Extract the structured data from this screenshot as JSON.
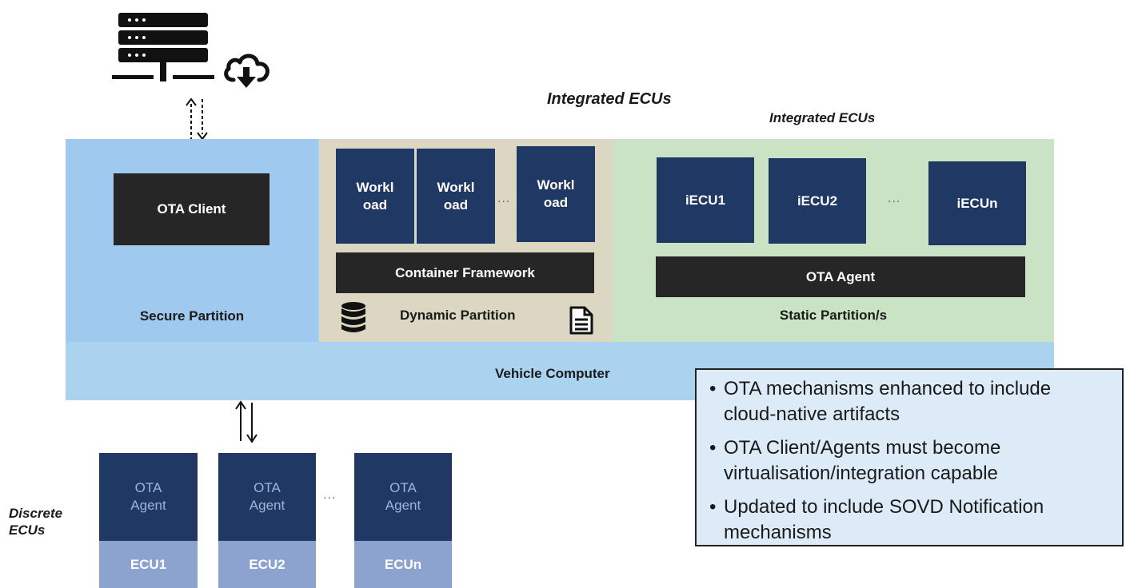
{
  "title": "Integrated ECUs",
  "static_title": "Integrated ECUs",
  "secure": {
    "ota_client": "OTA Client",
    "label": "Secure Partition"
  },
  "dynamic": {
    "workloads": [
      {
        "line1": "Workl",
        "line2": "oad"
      },
      {
        "line1": "Workl",
        "line2": "oad"
      },
      {
        "line1": "Workl",
        "line2": "oad"
      }
    ],
    "dots": "...",
    "framework": "Container Framework",
    "label": "Dynamic Partition"
  },
  "static": {
    "iecus": [
      "iECU1",
      "iECU2",
      "iECUn"
    ],
    "dots": "...",
    "agent": "OTA Agent",
    "label": "Static Partition/s"
  },
  "vehicle_label": "Vehicle Computer",
  "discrete": {
    "label_line1": "Discrete",
    "label_line2": "ECUs",
    "dots": "...",
    "ecus": [
      {
        "agent_line1": "OTA",
        "agent_line2": "Agent",
        "name": "ECU1"
      },
      {
        "agent_line1": "OTA",
        "agent_line2": "Agent",
        "name": "ECU2"
      },
      {
        "agent_line1": "OTA",
        "agent_line2": "Agent",
        "name": "ECUn"
      }
    ]
  },
  "callout": {
    "items": [
      {
        "line1": "OTA mechanisms enhanced to include",
        "line2": "cloud-native artifacts"
      },
      {
        "line1": "OTA Client/Agents must become",
        "line2": "virtualisation/integration capable"
      },
      {
        "line1": "Updated to include SOVD Notification",
        "line2": "mechanisms"
      }
    ]
  },
  "icons": [
    "server-icon",
    "cloud-download-icon",
    "database-icon",
    "document-icon",
    "dashed-bidirectional-arrow-icon",
    "bidirectional-arrow-icon"
  ],
  "colors": {
    "navy": "#1f3864",
    "dark": "#262626",
    "secure_bg": "#9fc9ee",
    "dynamic_bg": "#dcd7c2",
    "static_bg": "#c9e3c4",
    "vehicle_bg": "#a9d3ee",
    "discrete_ecu": "#8da3cf"
  }
}
